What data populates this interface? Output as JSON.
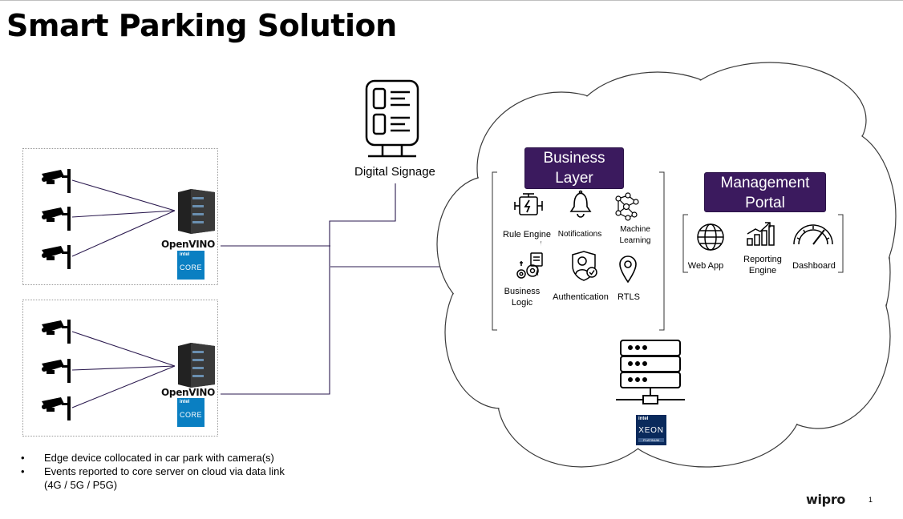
{
  "slide": {
    "title": "Smart Parking Solution",
    "page_number": "1",
    "brand": "wipro"
  },
  "edge": {
    "openvino_label": "OpenVINO",
    "core_badge_brand": "intel",
    "core_badge_tier": "CORE"
  },
  "signage": {
    "label": "Digital Signage"
  },
  "business_layer": {
    "header": "Business Layer",
    "items": [
      {
        "label": "Rule Engine",
        "icon": "engine-icon"
      },
      {
        "label": "Notifications",
        "icon": "bell-icon"
      },
      {
        "label": "Machine Learning",
        "icon": "neural-network-icon"
      },
      {
        "label": "Business Logic",
        "icon": "gears-document-icon"
      },
      {
        "label": "Authentication",
        "icon": "user-shield-icon"
      },
      {
        "label": "RTLS",
        "icon": "location-pin-icon"
      }
    ]
  },
  "management_portal": {
    "header": "Management Portal",
    "items": [
      {
        "label": "Web App",
        "icon": "globe-icon"
      },
      {
        "label": "Reporting Engine",
        "icon": "growth-chart-icon"
      },
      {
        "label": "Dashboard",
        "icon": "gauge-icon"
      }
    ]
  },
  "core_server": {
    "badge_brand": "intel",
    "badge_tier": "XEON",
    "badge_sub": "PLATINUM"
  },
  "notes": [
    "Edge device collocated in car park with camera(s)",
    "Events reported to core server on cloud via data link (4G / 5G / P5G)"
  ],
  "colors": {
    "header_fill": "#3b1a5e",
    "connector": "#2b1a4f",
    "intel_core": "#0a7fc2",
    "intel_xeon": "#0a2a5c"
  }
}
